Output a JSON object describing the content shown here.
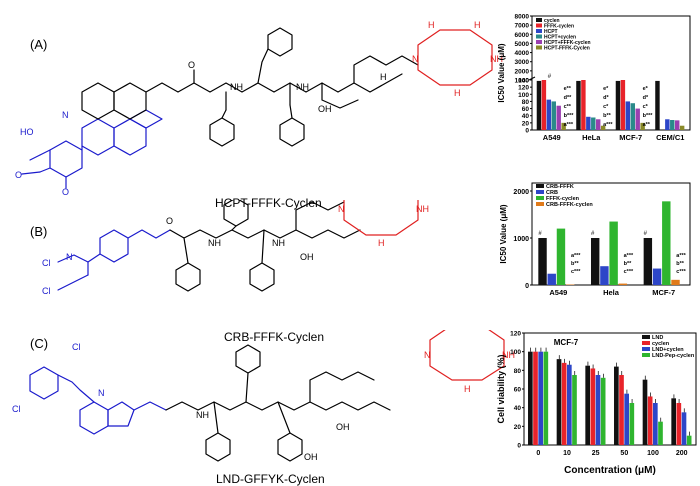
{
  "panels": [
    {
      "letter": "(A)",
      "caption": "HCPT-FFFK-Cyclen"
    },
    {
      "letter": "(B)",
      "caption": "CRB-FFFK-Cyclen"
    },
    {
      "letter": "(C)",
      "caption": "LND-GFFYK-Cyclen"
    }
  ],
  "colors": {
    "warhead": "#1a1acc",
    "cyclen": "#e02020",
    "linker": "#000000"
  },
  "atoms": {
    "nh": "NH",
    "h": "H",
    "n": "N",
    "o": "O",
    "oh": "OH",
    "ho": "HO",
    "cl": "Cl"
  },
  "chart_data": [
    {
      "type": "bar",
      "ylabel": "IC50 Value (μM)",
      "categories": [
        "A549",
        "HeLa",
        "MCF-7",
        "CEM/C1"
      ],
      "yticks": [
        "0",
        "20",
        "40",
        "60",
        "80",
        "100",
        "120",
        "140",
        "1000",
        "2000",
        "3000",
        "4000",
        "5000",
        "6000",
        "7000",
        "8000"
      ],
      "series": [
        {
          "name": "cyclen",
          "color": "#111111",
          "values": [
            900,
            900,
            900,
            900
          ]
        },
        {
          "name": "FFFK-cyclen",
          "color": "#e8232a",
          "values": [
            1000,
            1000,
            1000,
            0
          ]
        },
        {
          "name": "HCPT",
          "color": "#2d46c8",
          "values": [
            85,
            37,
            80,
            30
          ]
        },
        {
          "name": "HCPT+cyclen",
          "color": "#2a8a8a",
          "values": [
            80,
            35,
            75,
            28
          ]
        },
        {
          "name": "HCPT+FFFK-cyclen",
          "color": "#9b3fb0",
          "values": [
            68,
            30,
            60,
            27
          ]
        },
        {
          "name": "HCPT-FFFK-Cyclen",
          "color": "#8a8a2a",
          "values": [
            20,
            12,
            20,
            12
          ]
        }
      ],
      "annotations": [
        "e**",
        "d**",
        "c**",
        "b***",
        "a***",
        "e*",
        "d*",
        "c*",
        "b**",
        "a***",
        "e*",
        "d*",
        "c*",
        "b***",
        "a**",
        "#"
      ]
    },
    {
      "type": "bar",
      "ylabel": "IC50 Value (μM)",
      "categories": [
        "A549",
        "Hela",
        "MCF-7"
      ],
      "ylim": [
        0,
        2000
      ],
      "yticks": [
        "0",
        "1000",
        "2000"
      ],
      "series": [
        {
          "name": "CRB-FFFK",
          "color": "#111111",
          "values": [
            1000,
            1000,
            1000
          ]
        },
        {
          "name": "CRB",
          "color": "#2d46c8",
          "values": [
            240,
            400,
            350
          ]
        },
        {
          "name": "FFFK-cyclen",
          "color": "#2fb52f",
          "values": [
            1200,
            1350,
            1780
          ]
        },
        {
          "name": "CRB-FFFK-cyclen",
          "color": "#e07a1a",
          "values": [
            10,
            30,
            110
          ]
        }
      ],
      "annotations": [
        "#",
        "a***",
        "b**",
        "c***"
      ]
    },
    {
      "type": "bar",
      "title": "MCF-7",
      "xlabel": "Concentration (μM)",
      "ylabel": "Cell viability (%)",
      "ylim": [
        0,
        120
      ],
      "yticks": [
        "0",
        "20",
        "40",
        "60",
        "80",
        "100",
        "120"
      ],
      "categories": [
        "0",
        "10",
        "25",
        "50",
        "100",
        "200"
      ],
      "series": [
        {
          "name": "LND",
          "color": "#111111",
          "values": [
            100,
            92,
            85,
            84,
            70,
            50
          ]
        },
        {
          "name": "cyclen",
          "color": "#e8232a",
          "values": [
            100,
            88,
            82,
            75,
            52,
            45
          ]
        },
        {
          "name": "LND+cyclen",
          "color": "#2d46c8",
          "values": [
            100,
            86,
            75,
            55,
            45,
            35
          ]
        },
        {
          "name": "LND-Pep-cyclen",
          "color": "#2fb52f",
          "values": [
            100,
            75,
            72,
            45,
            25,
            10
          ]
        }
      ]
    }
  ]
}
